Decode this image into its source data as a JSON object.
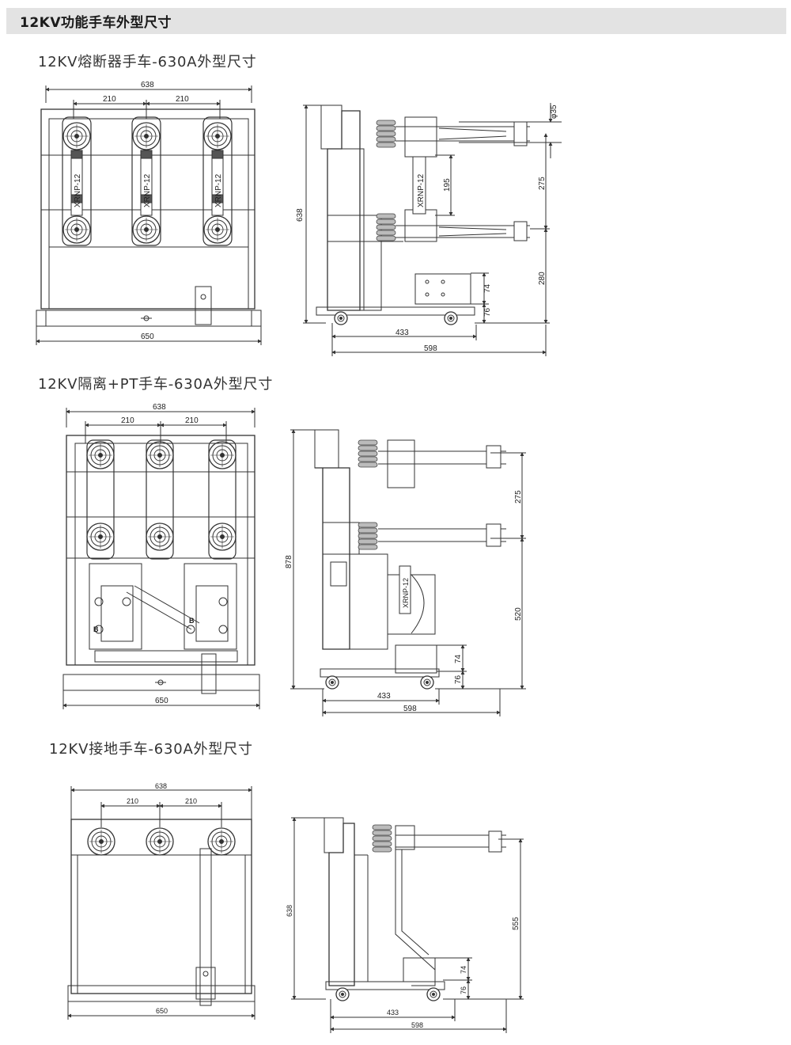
{
  "header": {
    "title": "12KV功能手车外型尺寸"
  },
  "sections": [
    {
      "title": "12KV熔断器手车-630A外型尺寸",
      "front": {
        "width_top": "638",
        "pitch_left": "210",
        "pitch_right": "210",
        "width_bottom": "650",
        "fuse_label": "XRNP-12"
      },
      "side": {
        "height_left": "638",
        "diameter": "φ35",
        "pitch_vertical": "275",
        "fuse_span": "195",
        "lower_height": "280",
        "bracket": "74",
        "wheel": "76",
        "depth_inner": "433",
        "depth_outer": "598",
        "fuse_label": "XRNP-12"
      }
    },
    {
      "title": "12KV隔离+PT手车-630A外型尺寸",
      "front": {
        "width_top": "638",
        "pitch_left": "210",
        "pitch_right": "210",
        "width_bottom": "650",
        "mark_b": "B"
      },
      "side": {
        "height_left": "878",
        "pitch_vertical": "275",
        "lower_height": "520",
        "bracket": "74",
        "wheel": "76",
        "depth_inner": "433",
        "depth_outer": "598",
        "fuse_label": "XRNP-12"
      }
    },
    {
      "title": "12KV接地手车-630A外型尺寸",
      "front": {
        "width_top": "638",
        "pitch_left": "210",
        "pitch_right": "210",
        "width_bottom": "650"
      },
      "side": {
        "height_left": "638",
        "lower_height": "555",
        "bracket": "74",
        "wheel": "76",
        "depth_inner": "433",
        "depth_outer": "598"
      }
    }
  ]
}
